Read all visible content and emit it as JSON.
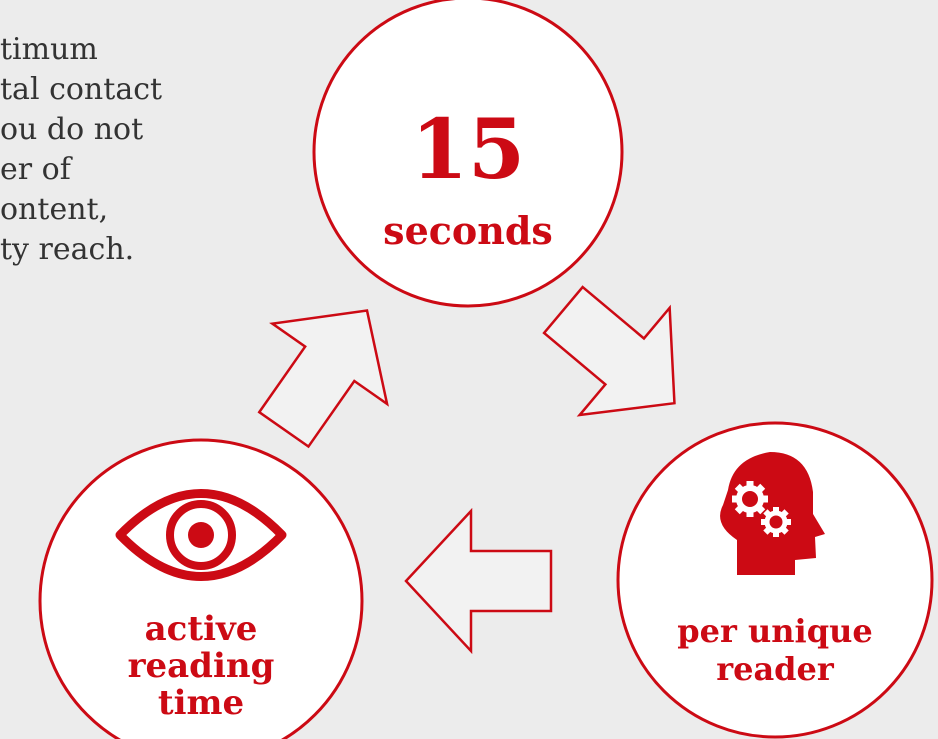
{
  "intro": {
    "lines": [
      "timum",
      "tal contact",
      "ou do not",
      "er of",
      "ontent,",
      "ty reach."
    ]
  },
  "cycle": {
    "top": {
      "value": "15",
      "unit": "seconds"
    },
    "left": {
      "icon": "eye-icon",
      "lines": [
        "active",
        "reading",
        "time"
      ]
    },
    "right": {
      "icon": "head-gears-icon",
      "lines": [
        "per unique",
        "reader"
      ]
    }
  },
  "colors": {
    "accent": "#cc0a14",
    "arrow_fill": "#f2f2f2",
    "background": "#ececec"
  }
}
